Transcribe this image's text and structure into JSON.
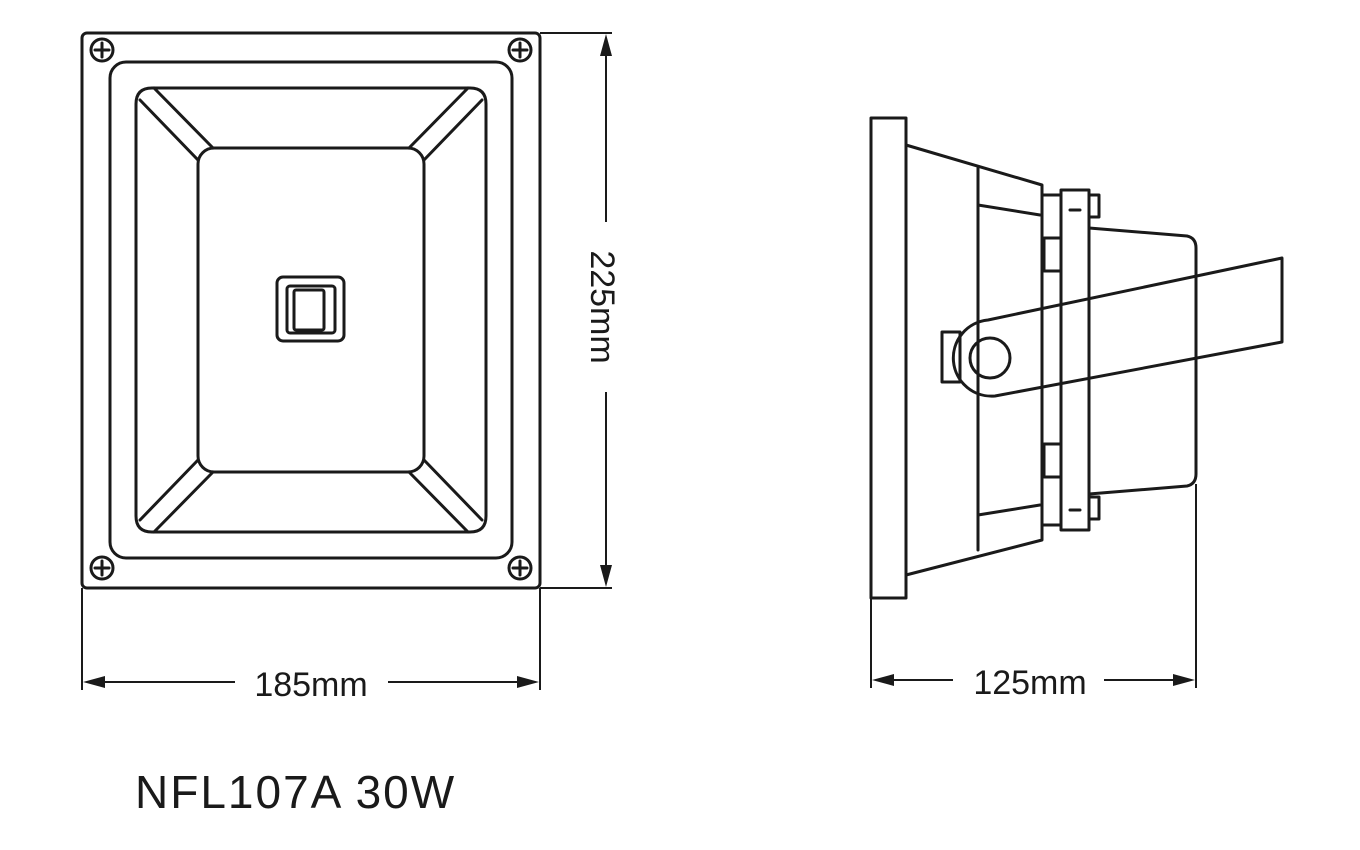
{
  "dimensions": {
    "front_width": "185mm",
    "front_height": "225mm",
    "side_depth": "125mm"
  },
  "model_label": "NFL107A 30W"
}
